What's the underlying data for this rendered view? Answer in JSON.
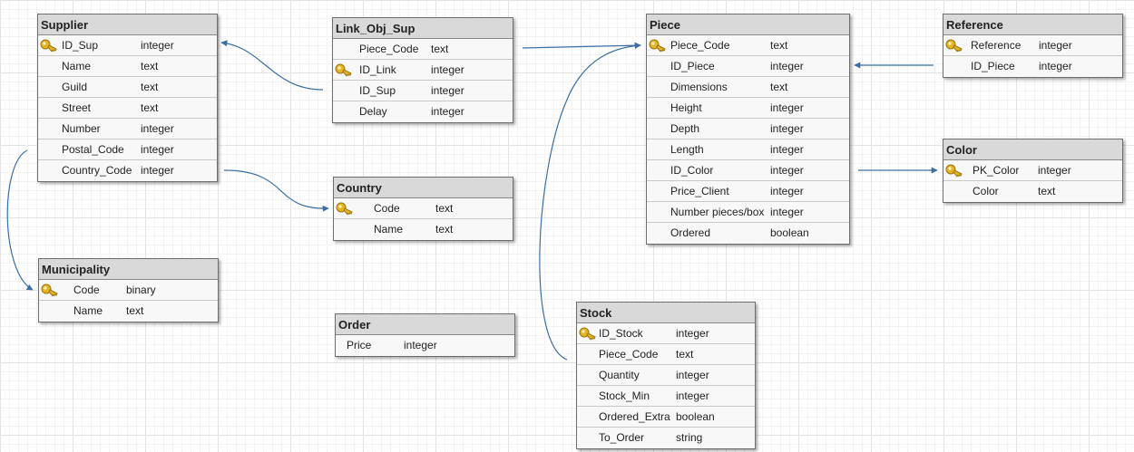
{
  "colors": {
    "link": "#3a6ea5",
    "header": "#d9d9d9",
    "key": "#e6b422"
  },
  "entities": [
    {
      "id": "supplier",
      "title": "Supplier",
      "fields": [
        {
          "name": "ID_Sup",
          "type": "integer",
          "pk": true
        },
        {
          "name": "Name",
          "type": "text"
        },
        {
          "name": "Guild",
          "type": "text"
        },
        {
          "name": "Street",
          "type": "text"
        },
        {
          "name": "Number",
          "type": "integer"
        },
        {
          "name": "Postal_Code",
          "type": "integer"
        },
        {
          "name": "Country_Code",
          "type": "integer"
        }
      ]
    },
    {
      "id": "link_obj_sup",
      "title": "Link_Obj_Sup",
      "fields": [
        {
          "name": "Piece_Code",
          "type": "text"
        },
        {
          "name": "ID_Link",
          "type": "integer",
          "pk": true
        },
        {
          "name": "ID_Sup",
          "type": "integer"
        },
        {
          "name": "Delay",
          "type": "integer"
        }
      ]
    },
    {
      "id": "piece",
      "title": "Piece",
      "fields": [
        {
          "name": "Piece_Code",
          "type": "text",
          "pk": true
        },
        {
          "name": "ID_Piece",
          "type": "integer"
        },
        {
          "name": "Dimensions",
          "type": "text"
        },
        {
          "name": "Height",
          "type": "integer"
        },
        {
          "name": "Depth",
          "type": "integer"
        },
        {
          "name": "Length",
          "type": "integer"
        },
        {
          "name": "ID_Color",
          "type": "integer"
        },
        {
          "name": "Price_Client",
          "type": "integer"
        },
        {
          "name": "Number pieces/box",
          "type": "integer"
        },
        {
          "name": "Ordered",
          "type": "boolean"
        }
      ]
    },
    {
      "id": "reference",
      "title": "Reference",
      "fields": [
        {
          "name": "Reference",
          "type": "integer",
          "pk": true
        },
        {
          "name": "ID_Piece",
          "type": "integer"
        }
      ]
    },
    {
      "id": "color",
      "title": "Color",
      "fields": [
        {
          "name": "PK_Color",
          "type": "integer",
          "pk": true
        },
        {
          "name": "Color",
          "type": "text"
        }
      ]
    },
    {
      "id": "country",
      "title": "Country",
      "fields": [
        {
          "name": "Code",
          "type": "text",
          "pk": true
        },
        {
          "name": "Name",
          "type": "text"
        }
      ]
    },
    {
      "id": "municipality",
      "title": "Municipality",
      "fields": [
        {
          "name": "Code",
          "type": "binary",
          "pk": true
        },
        {
          "name": "Name",
          "type": "text"
        }
      ]
    },
    {
      "id": "order",
      "title": "Order",
      "fields": [
        {
          "name": "Price",
          "type": "integer"
        }
      ]
    },
    {
      "id": "stock",
      "title": "Stock",
      "fields": [
        {
          "name": "ID_Stock",
          "type": "integer",
          "pk": true
        },
        {
          "name": "Piece_Code",
          "type": "text"
        },
        {
          "name": "Quantity",
          "type": "integer"
        },
        {
          "name": "Stock_Min",
          "type": "integer"
        },
        {
          "name": "Ordered_Extra",
          "type": "boolean"
        },
        {
          "name": "To_Order",
          "type": "string"
        }
      ]
    }
  ],
  "relations": [
    {
      "id": "link-to-supplier",
      "from": "link_obj_sup",
      "to": "supplier"
    },
    {
      "id": "supplier-to-country",
      "from": "supplier",
      "to": "country"
    },
    {
      "id": "supplier-to-municipality",
      "from": "supplier",
      "to": "municipality"
    },
    {
      "id": "link-to-piece",
      "from": "link_obj_sup",
      "to": "piece"
    },
    {
      "id": "stock-to-piece",
      "from": "stock",
      "to": "piece"
    },
    {
      "id": "reference-to-piece",
      "from": "reference",
      "to": "piece"
    },
    {
      "id": "piece-to-color",
      "from": "piece",
      "to": "color"
    }
  ]
}
